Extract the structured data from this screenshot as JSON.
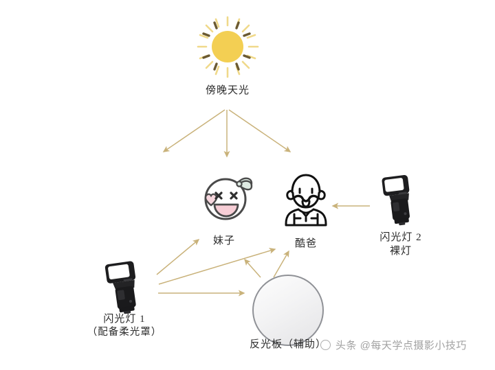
{
  "diagram": {
    "title_watermark": "头条 @每天学点摄影小技巧",
    "background": "#ffffff",
    "arrow_color": "#c9b27a",
    "nodes": [
      {
        "id": "sun",
        "icon": "sun-icon",
        "label": "傍晚天光",
        "role": "ambient light source",
        "color": "#f2c94c"
      },
      {
        "id": "girl",
        "icon": "girl-face-icon",
        "label": "妹子",
        "role": "subject",
        "color": "#3d3d3d"
      },
      {
        "id": "dad",
        "icon": "bald-man-icon",
        "label": "酷爸",
        "role": "subject",
        "color": "#121212"
      },
      {
        "id": "flash2",
        "icon": "speedlight-flash-icon",
        "label": "闪光灯 2\n裸灯",
        "label_line1": "闪光灯 2",
        "label_line2": "裸灯",
        "role": "bare flash",
        "color": "#1b1b1b"
      },
      {
        "id": "flash1",
        "icon": "speedlight-flash-icon",
        "label": "闪光灯 1\n（配备柔光罩）",
        "label_line1": "闪光灯 1",
        "label_line2": "（配备柔光罩）",
        "role": "flash with softbox",
        "color": "#1b1b1b"
      },
      {
        "id": "reflector",
        "icon": "round-reflector-icon",
        "label": "反光板（辅助）",
        "role": "fill reflector",
        "color": "#8f9196"
      }
    ],
    "arrows": [
      {
        "from": "sun",
        "to": "girl",
        "direction": "down-left"
      },
      {
        "from": "sun",
        "to": "center",
        "direction": "down"
      },
      {
        "from": "sun",
        "to": "dad",
        "direction": "down-right"
      },
      {
        "from": "flash1",
        "to": "girl",
        "direction": "up-right"
      },
      {
        "from": "flash1",
        "to": "dad",
        "direction": "up-right"
      },
      {
        "from": "flash1",
        "to": "reflector",
        "direction": "right"
      },
      {
        "from": "reflector",
        "to": "dad",
        "direction": "up-right"
      },
      {
        "from": "reflector",
        "to": "girl",
        "direction": "up-left"
      },
      {
        "from": "flash2",
        "to": "dad",
        "direction": "left"
      }
    ]
  }
}
